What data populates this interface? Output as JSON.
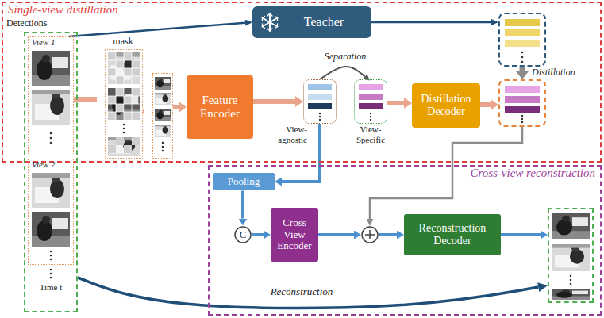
{
  "diagram": {
    "nodes": [
      {
        "text": [
          "Single-view distillation"
        ]
      },
      {
        "text": [
          "Detections",
          "Time t"
        ]
      },
      {
        "text": [
          "View 1"
        ],
        "in": 1
      },
      {
        "text": [
          "View 2"
        ],
        "in": 1
      },
      {
        "text": [
          "Teacher"
        ],
        "in": 0
      },
      {
        "text": [],
        "in": 0
      },
      {
        "text": [
          "mask"
        ],
        "in": 0
      },
      {
        "text": [],
        "in": 0
      },
      {
        "text": [
          "Feature Encoder"
        ],
        "in": 0
      },
      {
        "text": [
          "View-agnostic"
        ],
        "in": 0
      },
      {
        "text": [
          "View-Specific"
        ],
        "in": 0
      },
      {
        "text": [
          "Distillation Decoder"
        ],
        "in": 0
      },
      {
        "text": [],
        "in": 0
      },
      {
        "text": [
          "Cross-view reconstruction"
        ]
      },
      {
        "text": [
          "Pooling"
        ],
        "in": 13
      },
      {
        "text": [
          "C"
        ],
        "in": 13
      },
      {
        "text": [
          "Cross View Encoder"
        ],
        "in": 13
      },
      {
        "text": [],
        "in": 13
      },
      {
        "text": [
          "Reconstruction Decoder"
        ],
        "in": 13
      },
      {
        "text": [],
        "in": 13
      }
    ],
    "edges": [
      {
        "from": 2,
        "to": 4,
        "arrow": "to"
      },
      {
        "from": 2,
        "to": 6,
        "arrow": "to"
      },
      {
        "from": 6,
        "to": 7,
        "arrow": "to"
      },
      {
        "from": 7,
        "to": 8,
        "arrow": "to"
      },
      {
        "from": 8,
        "to": 9,
        "arrow": "to"
      },
      {
        "from": 9,
        "to": 10,
        "label": "Separation",
        "arrow": "to"
      },
      {
        "from": 10,
        "to": 11,
        "arrow": "to"
      },
      {
        "from": 11,
        "to": 12,
        "arrow": "to"
      },
      {
        "from": 4,
        "to": 5,
        "arrow": "to"
      },
      {
        "from": 5,
        "to": 12,
        "label": "Distillation",
        "arrow": "to"
      },
      {
        "from": 9,
        "to": 14,
        "arrow": "to"
      },
      {
        "from": 14,
        "to": 15,
        "arrow": "to"
      },
      {
        "from": 15,
        "to": 16,
        "arrow": "to"
      },
      {
        "from": 16,
        "to": 17,
        "arrow": "to"
      },
      {
        "from": 12,
        "to": 17,
        "arrow": "to"
      },
      {
        "from": 17,
        "to": 18,
        "arrow": "to"
      },
      {
        "from": 18,
        "to": 19,
        "arrow": "to"
      },
      {
        "from": 1,
        "to": 19,
        "label": "Reconstruction",
        "arrow": "to"
      }
    ]
  }
}
